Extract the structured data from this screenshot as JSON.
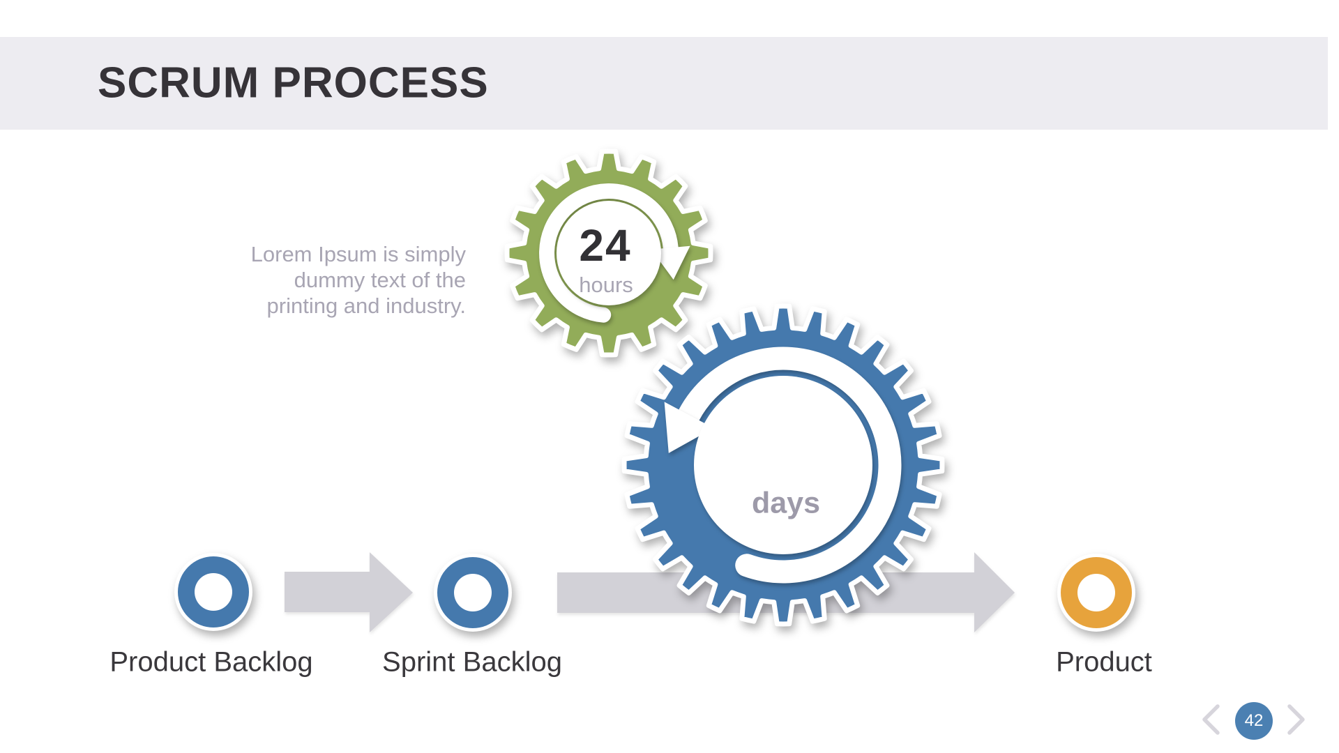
{
  "slide": {
    "title": "SCRUM PROCESS"
  },
  "description": {
    "line1": "Lorem Ipsum is simply",
    "line2": "dummy text of the",
    "line3": "printing and industry."
  },
  "gears": {
    "small": {
      "value": "24",
      "unit": "hours",
      "color": "#92ac59"
    },
    "large": {
      "unit": "days",
      "color": "#4579ad"
    }
  },
  "process": {
    "steps": [
      {
        "label": "Product Backlog",
        "color": "#4579ad"
      },
      {
        "label": "Sprint Backlog",
        "color": "#4579ad"
      },
      {
        "label": "Product",
        "color": "#e7a33c"
      }
    ]
  },
  "pagination": {
    "current": "42",
    "prev_icon": "chevron-left",
    "next_icon": "chevron-right"
  },
  "colors": {
    "header_bg": "#edecf1",
    "title_text": "#363338",
    "muted_text": "#a8a5b3",
    "dark_text": "#323135",
    "label_text": "#3a383c",
    "arrow_gray": "#d2d1d7",
    "badge_blue": "#4b80b2",
    "chevron_gray": "#d7d5dc",
    "outline_white": "#ffffff"
  }
}
